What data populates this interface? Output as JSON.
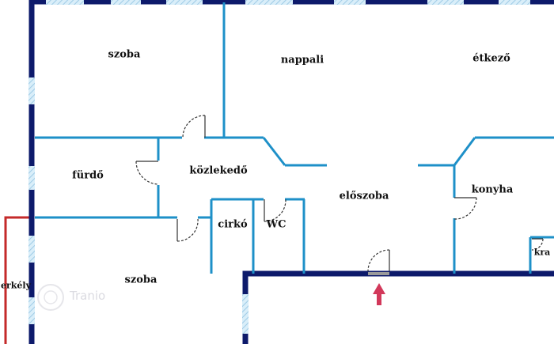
{
  "rooms": {
    "szoba_top": "szoba",
    "nappali": "nappali",
    "etkezo": "étkező",
    "furdo": "fürdő",
    "kozlekedo": "közlekedő",
    "eloszoba": "előszoba",
    "konyha": "konyha",
    "cirko": "cirkó",
    "wc": "WC",
    "kamra": "kra",
    "szoba_bottom": "szoba",
    "erkely": "erkély"
  },
  "watermark": "Tranio",
  "colors": {
    "outer_wall": "#0d1a6b",
    "inner_wall": "#1e90c8",
    "window": "#bfe0f2",
    "balcony_line": "#c42a2a",
    "entrance_arrow": "#d2385a",
    "door": "#333333"
  },
  "icons": {
    "entrance": "entrance-arrow-icon",
    "watermark": "tranio-logo-icon"
  }
}
